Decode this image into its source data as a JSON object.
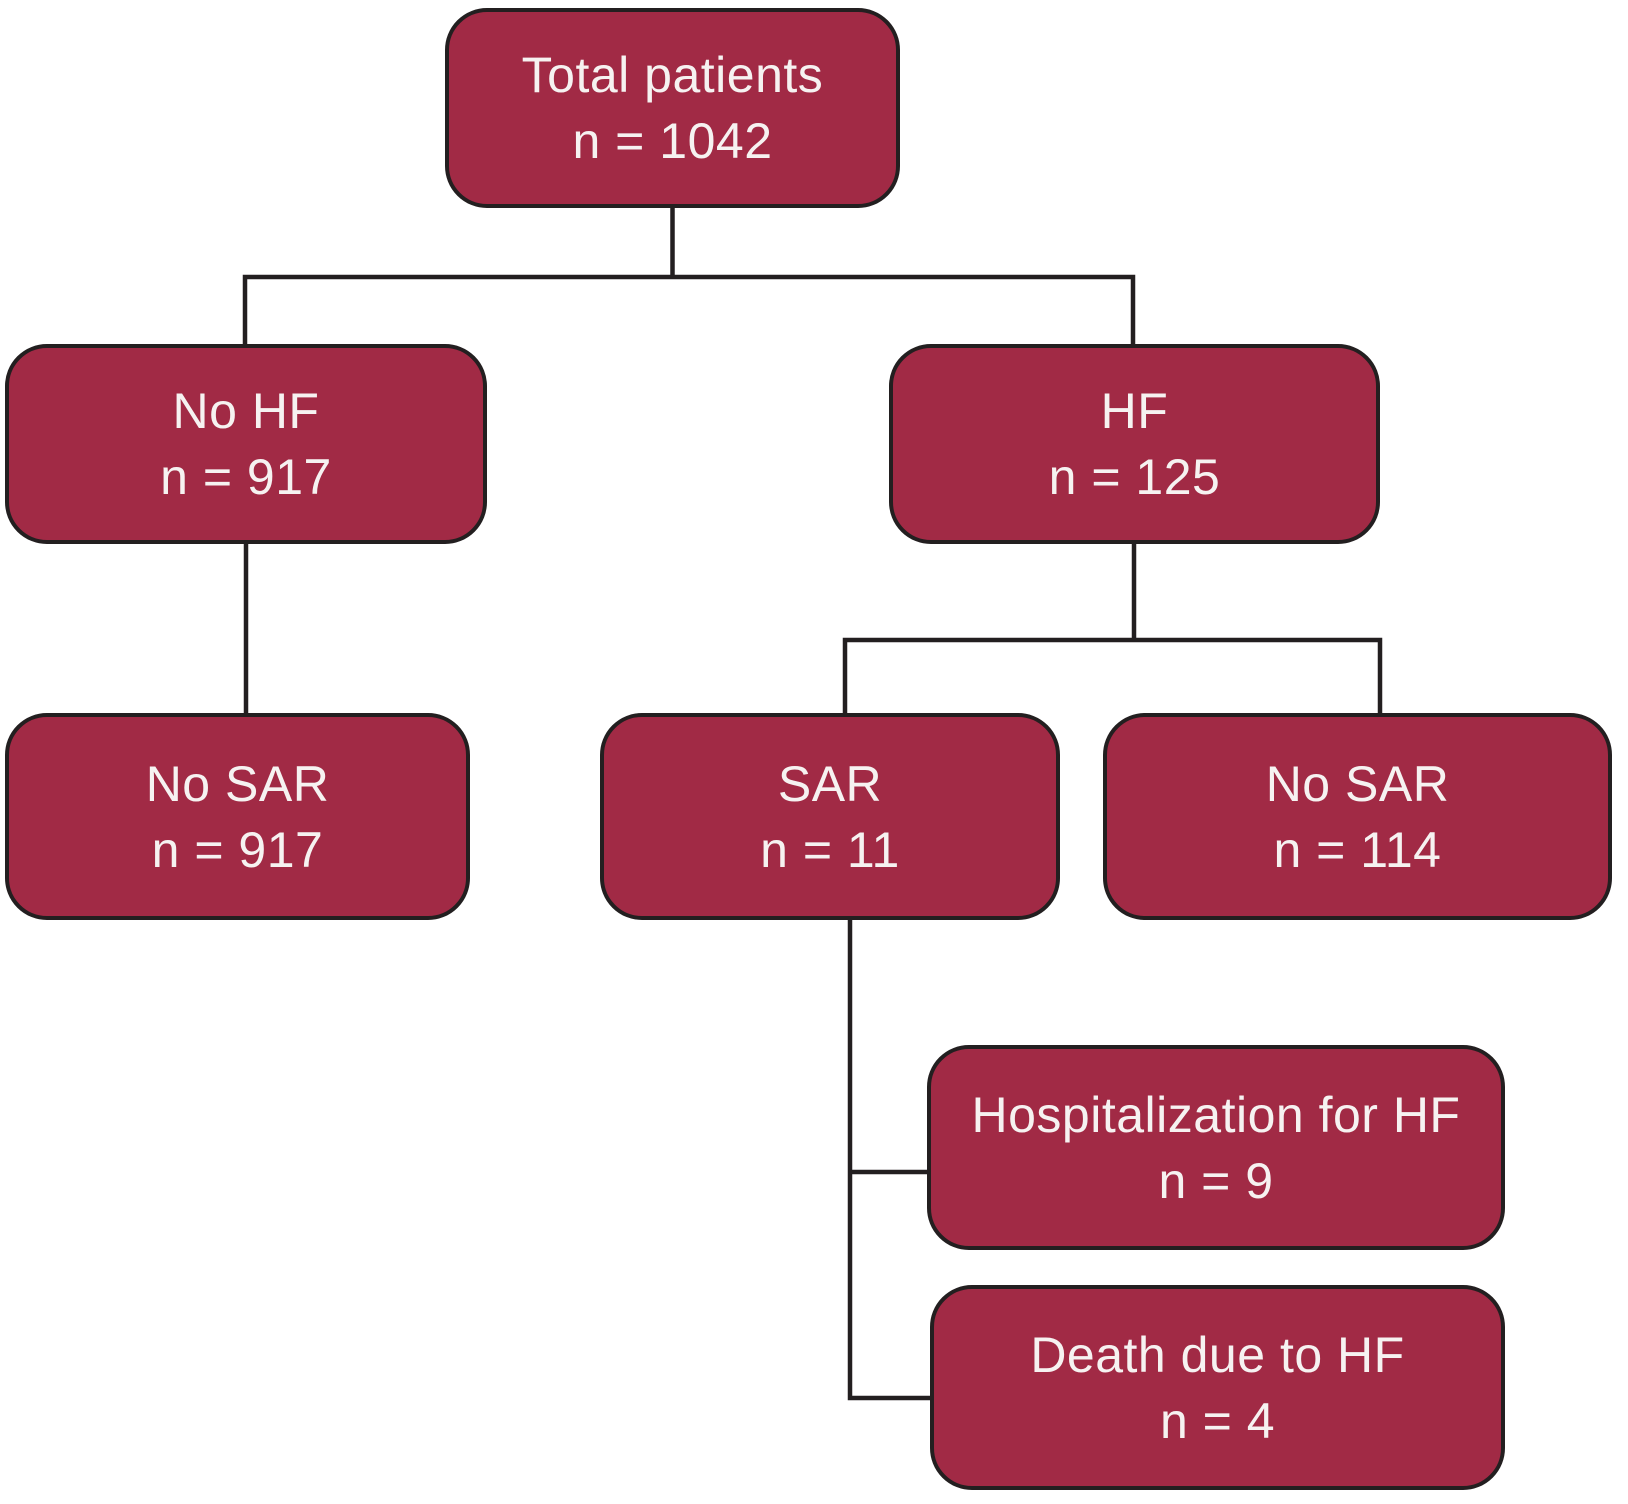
{
  "diagram": {
    "type": "flowchart",
    "colors": {
      "box_fill": "#A12A45",
      "box_border": "#231F20",
      "line": "#231F20",
      "text": "#F6F2F1",
      "background": "#FFFFFF"
    },
    "nodes": {
      "total": {
        "label": "Total patients",
        "count": "n = 1042"
      },
      "no_hf": {
        "label": "No HF",
        "count": "n = 917"
      },
      "hf": {
        "label": "HF",
        "count": "n = 125"
      },
      "no_sar_left": {
        "label": "No SAR",
        "count": "n = 917"
      },
      "sar": {
        "label": "SAR",
        "count": "n = 11"
      },
      "no_sar_right": {
        "label": "No SAR",
        "count": "n = 114"
      },
      "hospitalization": {
        "label": "Hospitalization for HF",
        "count": "n = 9"
      },
      "death": {
        "label": "Death due to HF",
        "count": "n = 4"
      }
    },
    "edges": [
      {
        "from": "total",
        "to": "no_hf"
      },
      {
        "from": "total",
        "to": "hf"
      },
      {
        "from": "no_hf",
        "to": "no_sar_left"
      },
      {
        "from": "hf",
        "to": "sar"
      },
      {
        "from": "hf",
        "to": "no_sar_right"
      },
      {
        "from": "sar",
        "to": "hospitalization"
      },
      {
        "from": "sar",
        "to": "death"
      }
    ]
  }
}
